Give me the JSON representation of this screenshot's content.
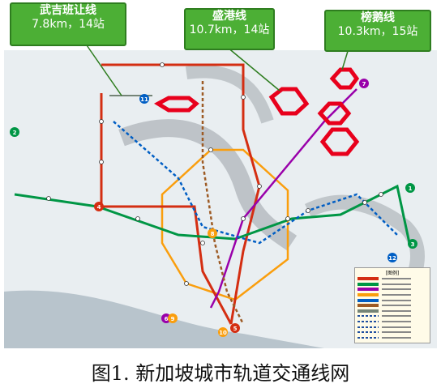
{
  "callouts": [
    {
      "name": "武吉班让线",
      "stats": "7.8km，14站"
    },
    {
      "name": "盛港线",
      "stats": "10.7km，14站"
    },
    {
      "name": "榜鹅线",
      "stats": "10.3km，15站"
    }
  ],
  "line_numbers": [
    "1",
    "2",
    "3",
    "4",
    "5",
    "6",
    "7",
    "8",
    "9",
    "10",
    "11",
    "12"
  ],
  "colors": {
    "north_south": "#d42e12",
    "east_west": "#009645",
    "north_east": "#9900aa",
    "circle": "#fa9e0d",
    "downtown": "#005ec4",
    "thomson": "#9d5b25",
    "lrt": "#748477",
    "highlight": "#e8001c",
    "callout": "#4caf35",
    "water": "#9aa0a6"
  },
  "legend": {
    "title": "[图例]"
  },
  "caption": "图1. 新加坡城市轨道交通线网"
}
